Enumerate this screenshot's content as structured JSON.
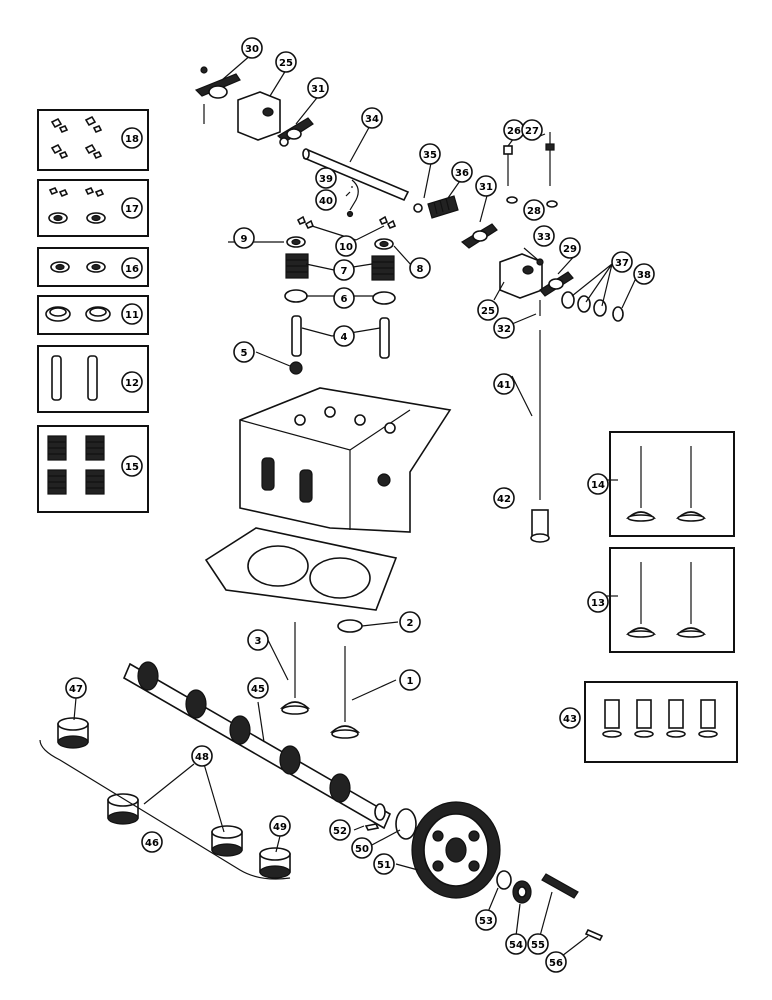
{
  "callouts": {
    "c1": "1",
    "c2": "2",
    "c3": "3",
    "c4": "4",
    "c5": "5",
    "c6": "6",
    "c7": "7",
    "c8": "8",
    "c9": "9",
    "c10": "10",
    "c11": "11",
    "c12": "12",
    "c13": "13",
    "c14": "14",
    "c15": "15",
    "c16": "16",
    "c17": "17",
    "c18": "18",
    "c25a": "25",
    "c25b": "25",
    "c26": "26",
    "c27": "27",
    "c28": "28",
    "c29": "29",
    "c30": "30",
    "c31a": "31",
    "c31b": "31",
    "c32": "32",
    "c33": "33",
    "c34": "34",
    "c35": "35",
    "c36": "36",
    "c37": "37",
    "c38": "38",
    "c39": "39",
    "c40": "40",
    "c41": "41",
    "c42": "42",
    "c43": "43",
    "c45": "45",
    "c46": "46",
    "c47": "47",
    "c48": "48",
    "c49": "49",
    "c50": "50",
    "c51": "51",
    "c52": "52",
    "c53": "53",
    "c54": "54",
    "c55": "55",
    "c56": "56"
  }
}
